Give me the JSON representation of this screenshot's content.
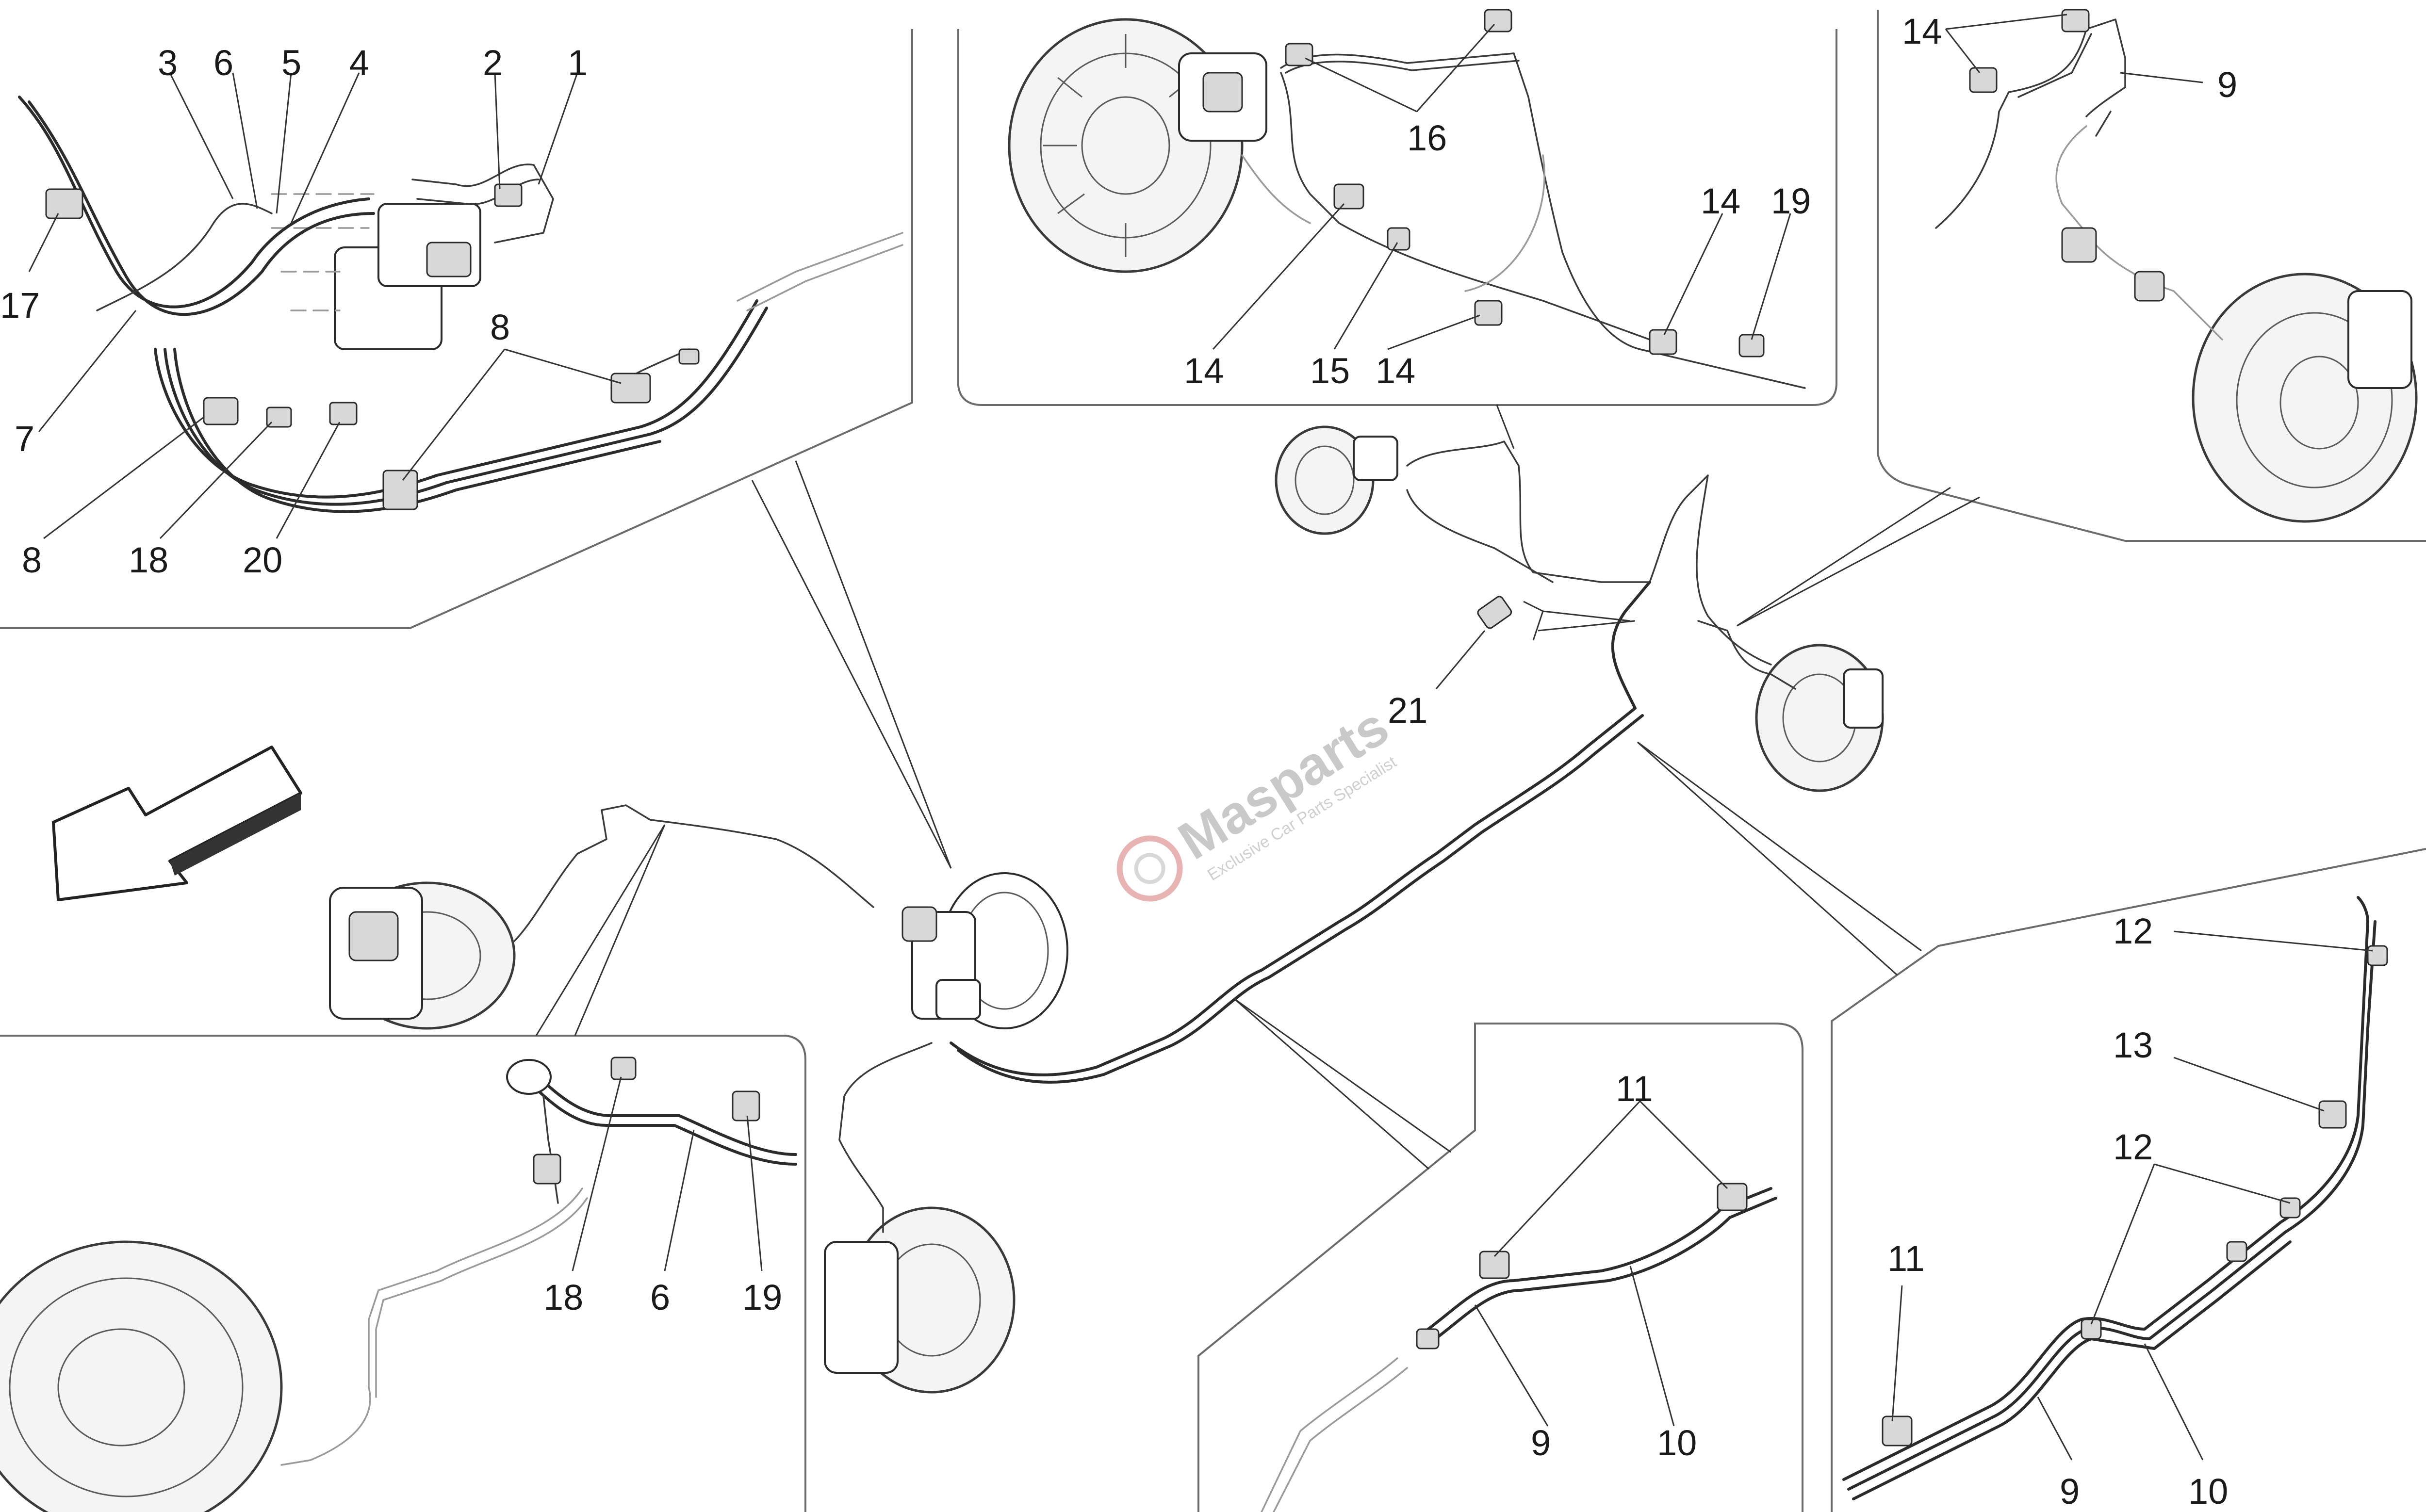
{
  "diagram": {
    "callouts": {
      "tl_3": "3",
      "tl_6": "6",
      "tl_5": "5",
      "tl_4": "4",
      "tl_2": "2",
      "tl_1": "1",
      "tl_17": "17",
      "tl_8a": "8",
      "tl_7": "7",
      "tl_8b": "8",
      "tl_18": "18",
      "tl_20": "20",
      "tc_16": "16",
      "tc_14a": "14",
      "tc_19": "19",
      "tc_14b": "14",
      "tc_15": "15",
      "tc_14c": "14",
      "tr_14": "14",
      "tr_9": "9",
      "c_21": "21",
      "bl_18": "18",
      "bl_6": "6",
      "bl_19": "19",
      "bc_11": "11",
      "bc_9": "9",
      "bc_10": "10",
      "br_12a": "12",
      "br_13": "13",
      "br_12b": "12",
      "br_11": "11",
      "br_9": "9",
      "br_10": "10"
    },
    "direction_arrow": "arrow-front-left-icon"
  },
  "watermark": {
    "brand": "Masparts",
    "tagline": "Exclusive Car Parts Specialist",
    "color": "#cfcfcf",
    "accent": "#e8b3b3"
  }
}
